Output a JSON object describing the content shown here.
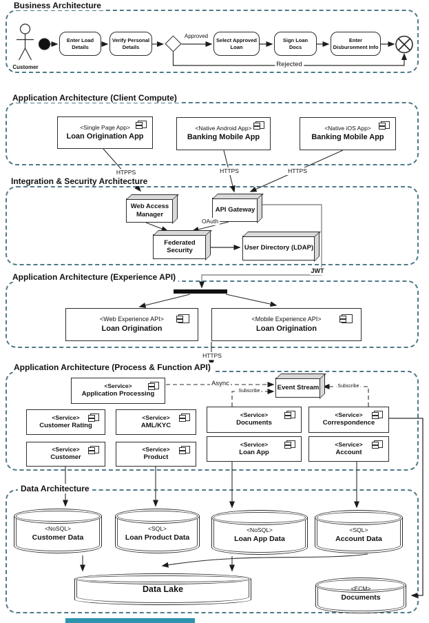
{
  "colors": {
    "section_border": "#4e7988",
    "connector": "#2b2b2b",
    "box_face": "#d9d9d9",
    "scrollbar": "#2e93ad"
  },
  "icons": {
    "component_icon": "uml-component"
  },
  "sections": {
    "business": "Business Architecture",
    "client": "Application Architecture (Client Compute)",
    "integration": "Integration & Security Architecture",
    "experience": "Application Architecture (Experience API)",
    "process": "Application Architecture (Process & Function API)",
    "data": "Data Architecture"
  },
  "business": {
    "actor": "Customer",
    "tasks": [
      "Enter Load Details",
      "Verify Personal Details",
      "Select Approved Loan",
      "Sign Loan Docs",
      "Enter Disbursement Info"
    ],
    "approved": "Approved",
    "rejected": "Rejected"
  },
  "client": {
    "apps": [
      {
        "stereotype": "<Single Page App>",
        "name": "Loan Origination App"
      },
      {
        "stereotype": "<Native Android App>",
        "name": "Banking Mobile App"
      },
      {
        "stereotype": "<Native iOS App>",
        "name": "Banking Mobile App"
      }
    ],
    "links": [
      "HTPPS",
      "HTTPS",
      "HTTPS"
    ]
  },
  "integration": {
    "web_access_manager": "Web Access Manager",
    "api_gateway": "API Gateway",
    "federated_security": "Federated Security",
    "user_directory": "User Directory (LDAP)",
    "oauth": "OAuth",
    "jwt": "JWT"
  },
  "experience": {
    "apis": [
      {
        "stereotype": "<Web Experience API>",
        "name": "Loan Origination"
      },
      {
        "stereotype": "<Mobile Experience API>",
        "name": "Loan Origination"
      }
    ],
    "https": "HTTPS"
  },
  "process": {
    "application_processing": {
      "stereotype": "<Service>",
      "name": "Application Processing"
    },
    "event_stream": "Event Stream",
    "async_label": "Async",
    "subscribe_left": "Subscribe",
    "subscribe_right": "Subscribe",
    "services": [
      {
        "stereotype": "<Service>",
        "name": "Customer Rating"
      },
      {
        "stereotype": "<Service>",
        "name": "AML/KYC"
      },
      {
        "stereotype": "<Service>",
        "name": "Documents"
      },
      {
        "stereotype": "<Service>",
        "name": "Correspondence"
      },
      {
        "stereotype": "<Service>",
        "name": "Customer"
      },
      {
        "stereotype": "<Service>",
        "name": "Product"
      },
      {
        "stereotype": "<Service>",
        "name": "Loan App"
      },
      {
        "stereotype": "<Service>",
        "name": "Account"
      }
    ]
  },
  "data": {
    "stores": [
      {
        "stereotype": "<NoSQL>",
        "name": "Customer Data"
      },
      {
        "stereotype": "<SQL>",
        "name": "Loan Product Data"
      },
      {
        "stereotype": "<NoSQL>",
        "name": "Loan App Data"
      },
      {
        "stereotype": "<SQL>",
        "name": "Account Data"
      }
    ],
    "lake": "Data Lake",
    "ecm": {
      "stereotype": "<ECM>",
      "name": "Documents"
    }
  }
}
